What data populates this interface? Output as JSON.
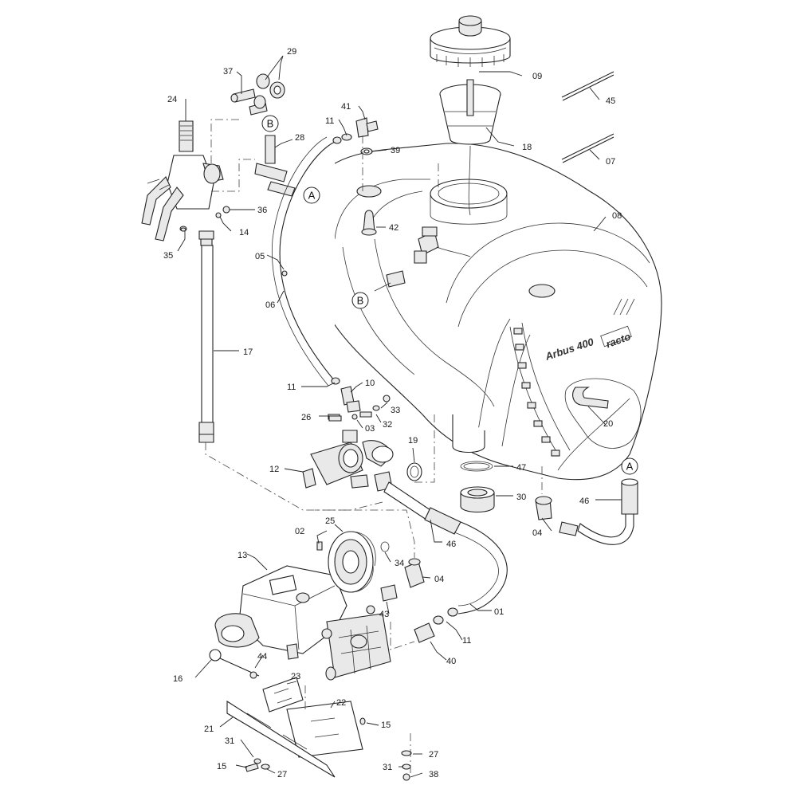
{
  "callouts": {
    "p01": "01",
    "p02": "02",
    "p03": "03",
    "p04a": "04",
    "p04b": "04",
    "p05": "05",
    "p06": "06",
    "p07": "07",
    "p08": "08",
    "p09": "09",
    "p10": "10",
    "p11a": "11",
    "p11b": "11",
    "p11c": "11",
    "p12": "12",
    "p13": "13",
    "p14": "14",
    "p15a": "15",
    "p15b": "15",
    "p16": "16",
    "p17": "17",
    "p18": "18",
    "p19": "19",
    "p20": "20",
    "p21": "21",
    "p22": "22",
    "p23": "23",
    "p24": "24",
    "p25": "25",
    "p26": "26",
    "p27a": "27",
    "p27b": "27",
    "p28": "28",
    "p29": "29",
    "p30": "30",
    "p31a": "31",
    "p31b": "31",
    "p32": "32",
    "p33": "33",
    "p34": "34",
    "p35": "35",
    "p36": "36",
    "p37": "37",
    "p38": "38",
    "p39": "39",
    "p40": "40",
    "p41": "41",
    "p42": "42",
    "p43": "43",
    "p44": "44",
    "p45": "45",
    "p46a": "46",
    "p46b": "46",
    "p47": "47"
  },
  "connectors": {
    "a1": "A",
    "a2": "A",
    "b1": "B",
    "b2": "B"
  },
  "tank_markings": {
    "model": "Arbus 400",
    "brand": "racto"
  }
}
